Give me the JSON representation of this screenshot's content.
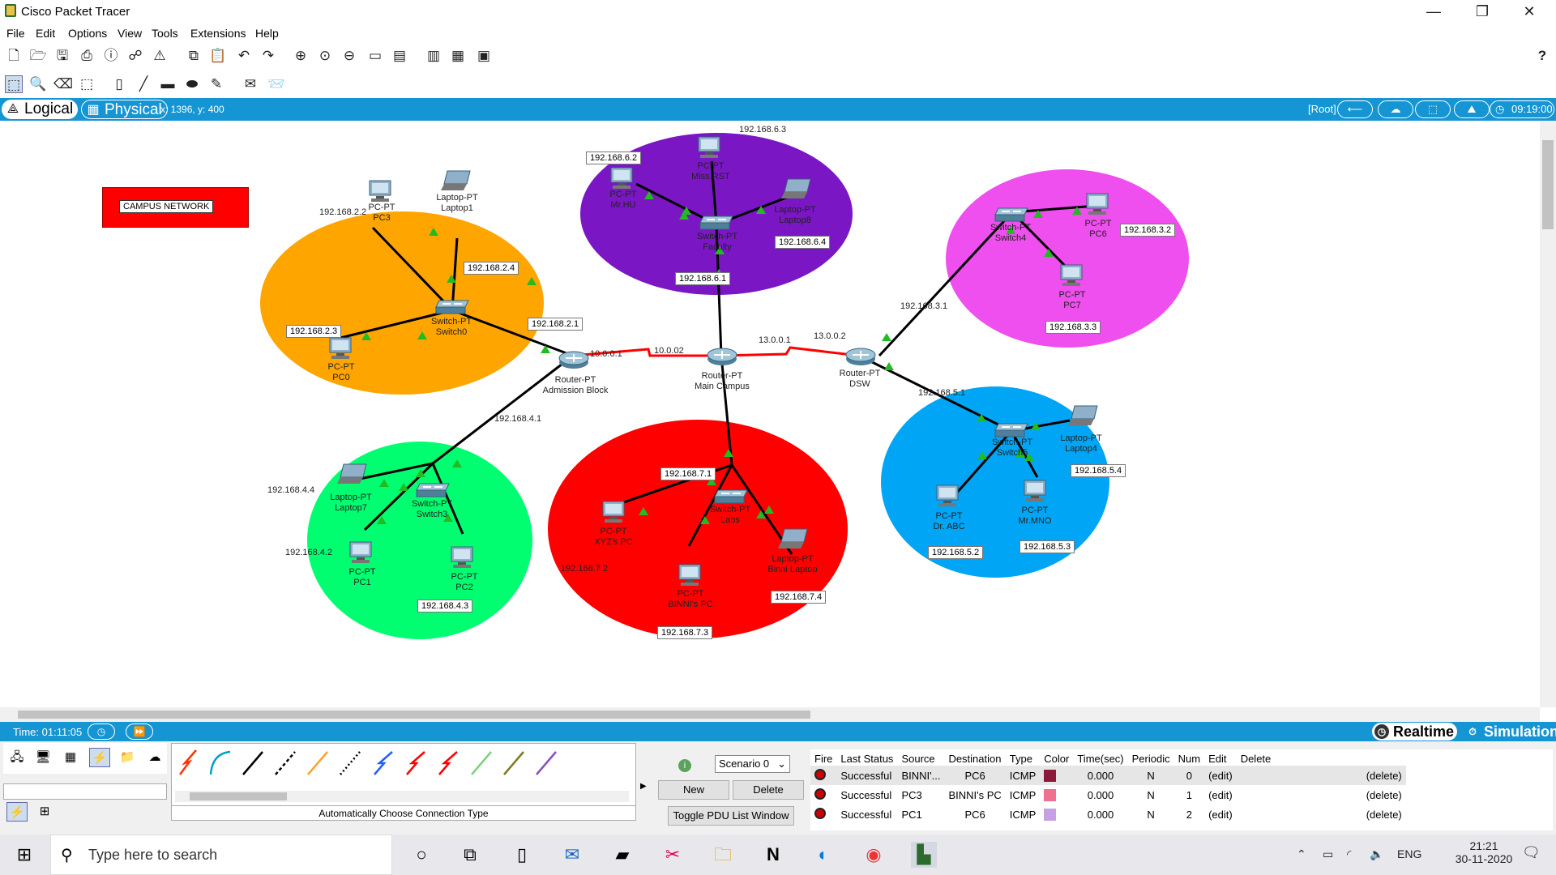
{
  "window": {
    "title": "Cisco Packet Tracer",
    "controls": [
      "—",
      "❐",
      "✕"
    ]
  },
  "menu": [
    "File",
    "Edit",
    "Options",
    "View",
    "Tools",
    "Extensions",
    "Help"
  ],
  "workspace": {
    "logical_tab": "Logical",
    "physical_tab": "Physical",
    "coords": "x: 1396, y: 400",
    "root_label": "[Root]",
    "clock": "09:19:00"
  },
  "topology": {
    "banner": "CAMPUS NETWORK",
    "colors": {
      "admission": "#ffa500",
      "faculty": "#7b16c4",
      "site3": "#ee4fee",
      "site4": "#00ff70",
      "labs": "#ff0000",
      "site5": "#00a6f5",
      "serial": "#ff0000"
    },
    "devices": {
      "pc3": [
        "PC-PT",
        "PC3"
      ],
      "laptop1": [
        "Laptop-PT",
        "Laptop1"
      ],
      "switch0": [
        "Switch-PT",
        "Switch0"
      ],
      "pc0": [
        "PC-PT",
        "PC0"
      ],
      "mr_hu": [
        "PC-PT",
        "Mr.HU"
      ],
      "miss_rst": [
        "PC-PT",
        "Miss.RST"
      ],
      "laptop8": [
        "Laptop-PT",
        "Laptop8"
      ],
      "faculty": [
        "Switch-PT",
        "Faculty"
      ],
      "switch4": [
        "Switch-PT",
        "Switch4"
      ],
      "pc6": [
        "PC-PT",
        "PC6"
      ],
      "pc7": [
        "PC-PT",
        "PC7"
      ],
      "admission": [
        "Router-PT",
        "Admission Block"
      ],
      "main": [
        "Router-PT",
        "Main Campus"
      ],
      "dsw": [
        "Router-PT",
        "DSW"
      ],
      "laptop7": [
        "Laptop-PT",
        "Laptop7"
      ],
      "switch3": [
        "Switch-PT",
        "Switch3"
      ],
      "pc1": [
        "PC-PT",
        "PC1"
      ],
      "pc2": [
        "PC-PT",
        "PC2"
      ],
      "labs": [
        "Switch-PT",
        "Labs"
      ],
      "xyz": [
        "PC-PT",
        "XYZ's PC"
      ],
      "binni_pc": [
        "PC-PT",
        "BINNI's PC"
      ],
      "binni_laptop": [
        "Laptop-PT",
        "Binni Laptop"
      ],
      "switch5": [
        "Switch-PT",
        "Switch5"
      ],
      "laptop4": [
        "Laptop-PT",
        "Laptop4"
      ],
      "dr_abc": [
        "PC-PT",
        "Dr. ABC"
      ],
      "mr_mno": [
        "PC-PT",
        "Mr.MNO"
      ]
    },
    "ip_labels": {
      "a": "192.168.2.2",
      "b": "192.168.2.4",
      "c": "192.168.2.3",
      "d": "192.168.2.1",
      "e": "192.168.6.3",
      "f": "192.168.6.2",
      "g": "192.168.6.4",
      "h": "192.168.6.1",
      "i": "192.168.3.2",
      "j": "192.168.3.1",
      "k": "192.168.3.3",
      "l": "10.0.0.1",
      "m": "10.0.02",
      "n": "13.0.0.1",
      "o": "13.0.0.2",
      "p": "192.168.5.1",
      "q": "192.168.4.1",
      "r": "192.168.4.4",
      "s": "192.168.4.2",
      "t": "192.168.4.3",
      "u": "192.168.7.1",
      "v": "192.168.7.2",
      "w": "192.168.7.4",
      "x": "192.168.7.3",
      "y": "192.168.5.4",
      "z": "192.168.5.2",
      "aa": "192.168.5.3"
    }
  },
  "timebar": {
    "time": "Time: 01:11:05",
    "realtime": "Realtime",
    "simulation": "Simulation"
  },
  "connections": {
    "hint": "Automatically Choose Connection Type"
  },
  "scenario": {
    "selected": "Scenario 0",
    "new_label": "New",
    "delete_label": "Delete",
    "toggle_label": "Toggle PDU List Window"
  },
  "pdu_table": {
    "headers": [
      "Fire",
      "Last Status",
      "Source",
      "Destination",
      "Type",
      "Color",
      "Time(sec)",
      "Periodic",
      "Num",
      "Edit",
      "Delete"
    ],
    "rows": [
      {
        "status": "Successful",
        "source": "BINNI'...",
        "destination": "PC6",
        "type": "ICMP",
        "color": "#8b1a3a",
        "time": "0.000",
        "periodic": "N",
        "num": "0",
        "edit": "(edit)",
        "delete": "(delete)"
      },
      {
        "status": "Successful",
        "source": "PC3",
        "destination": "BINNI's PC",
        "type": "ICMP",
        "color": "#f07090",
        "time": "0.000",
        "periodic": "N",
        "num": "1",
        "edit": "(edit)",
        "delete": "(delete)"
      },
      {
        "status": "Successful",
        "source": "PC1",
        "destination": "PC6",
        "type": "ICMP",
        "color": "#c6a0e0",
        "time": "0.000",
        "periodic": "N",
        "num": "2",
        "edit": "(edit)",
        "delete": "(delete)"
      }
    ]
  },
  "taskbar": {
    "search_placeholder": "Type here to search",
    "lang": "ENG",
    "time": "21:21",
    "date": "30-11-2020"
  }
}
